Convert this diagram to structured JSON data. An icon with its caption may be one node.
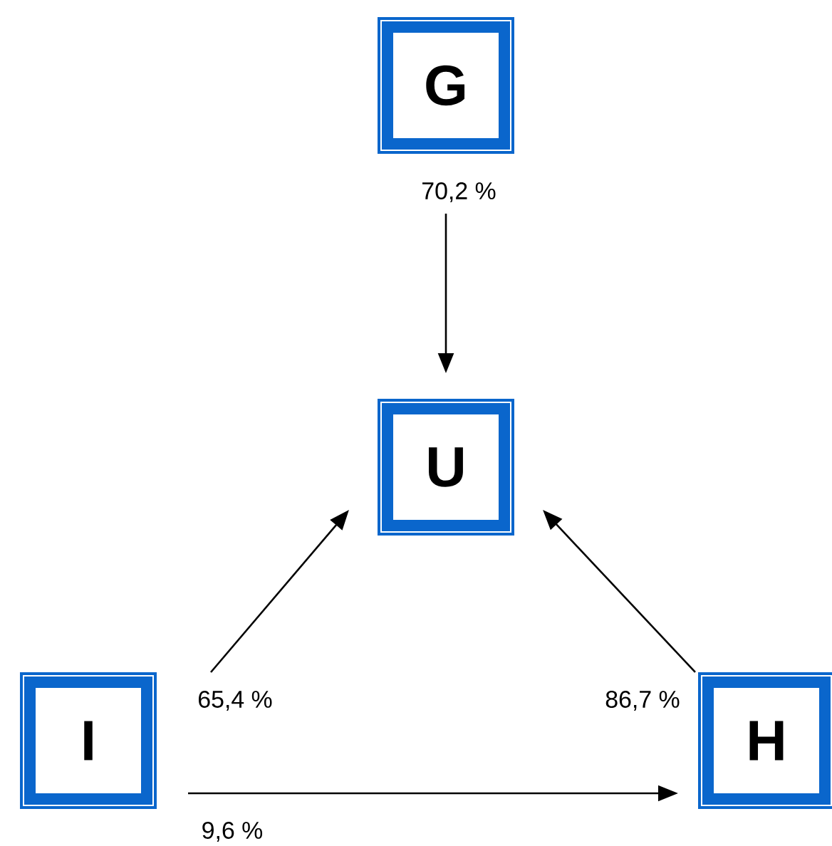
{
  "diagram": {
    "nodes": [
      {
        "text": [
          "G"
        ]
      },
      {
        "text": [
          "U"
        ]
      },
      {
        "text": [
          "I"
        ]
      },
      {
        "text": [
          "H"
        ]
      }
    ],
    "edges": [
      {
        "from": 0,
        "to": 1,
        "arrow": "to",
        "label": "70,2 %"
      },
      {
        "from": 2,
        "to": 1,
        "arrow": "to",
        "label": "65,4 %"
      },
      {
        "from": 3,
        "to": 1,
        "arrow": "to",
        "label": "86,7 %"
      },
      {
        "from": 2,
        "to": 3,
        "arrow": "to",
        "label": "9,6 %"
      }
    ]
  }
}
